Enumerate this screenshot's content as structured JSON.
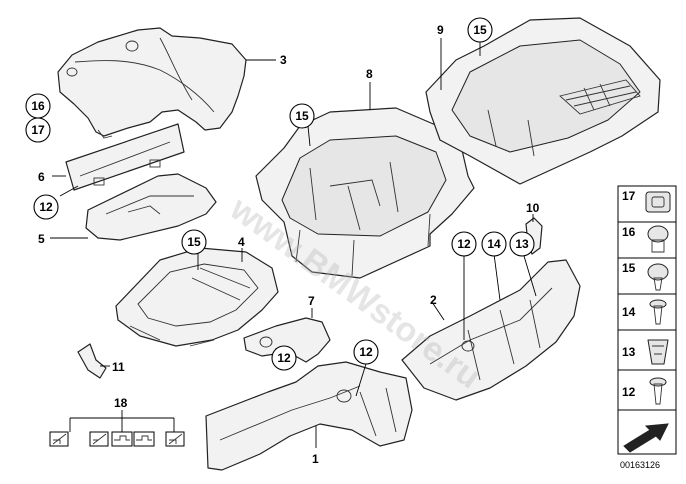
{
  "diagram": {
    "callouts": {
      "c1": "1",
      "c2": "2",
      "c3": "3",
      "c4": "4",
      "c5": "5",
      "c6": "6",
      "c7": "7",
      "c8": "8",
      "c9": "9",
      "c10": "10",
      "c11": "11",
      "c18": "18"
    },
    "circled": {
      "r16": "16",
      "r17": "17",
      "r12a": "12",
      "r15a": "15",
      "r15b": "15",
      "r15c": "15",
      "r12b": "12",
      "r12c": "12",
      "r12d": "12",
      "r14": "14",
      "r13": "13"
    },
    "legend": {
      "items": [
        "17",
        "16",
        "15",
        "14",
        "13",
        "12"
      ]
    },
    "watermark": "www.BMWstore.ru",
    "doc_number": "00163126"
  }
}
